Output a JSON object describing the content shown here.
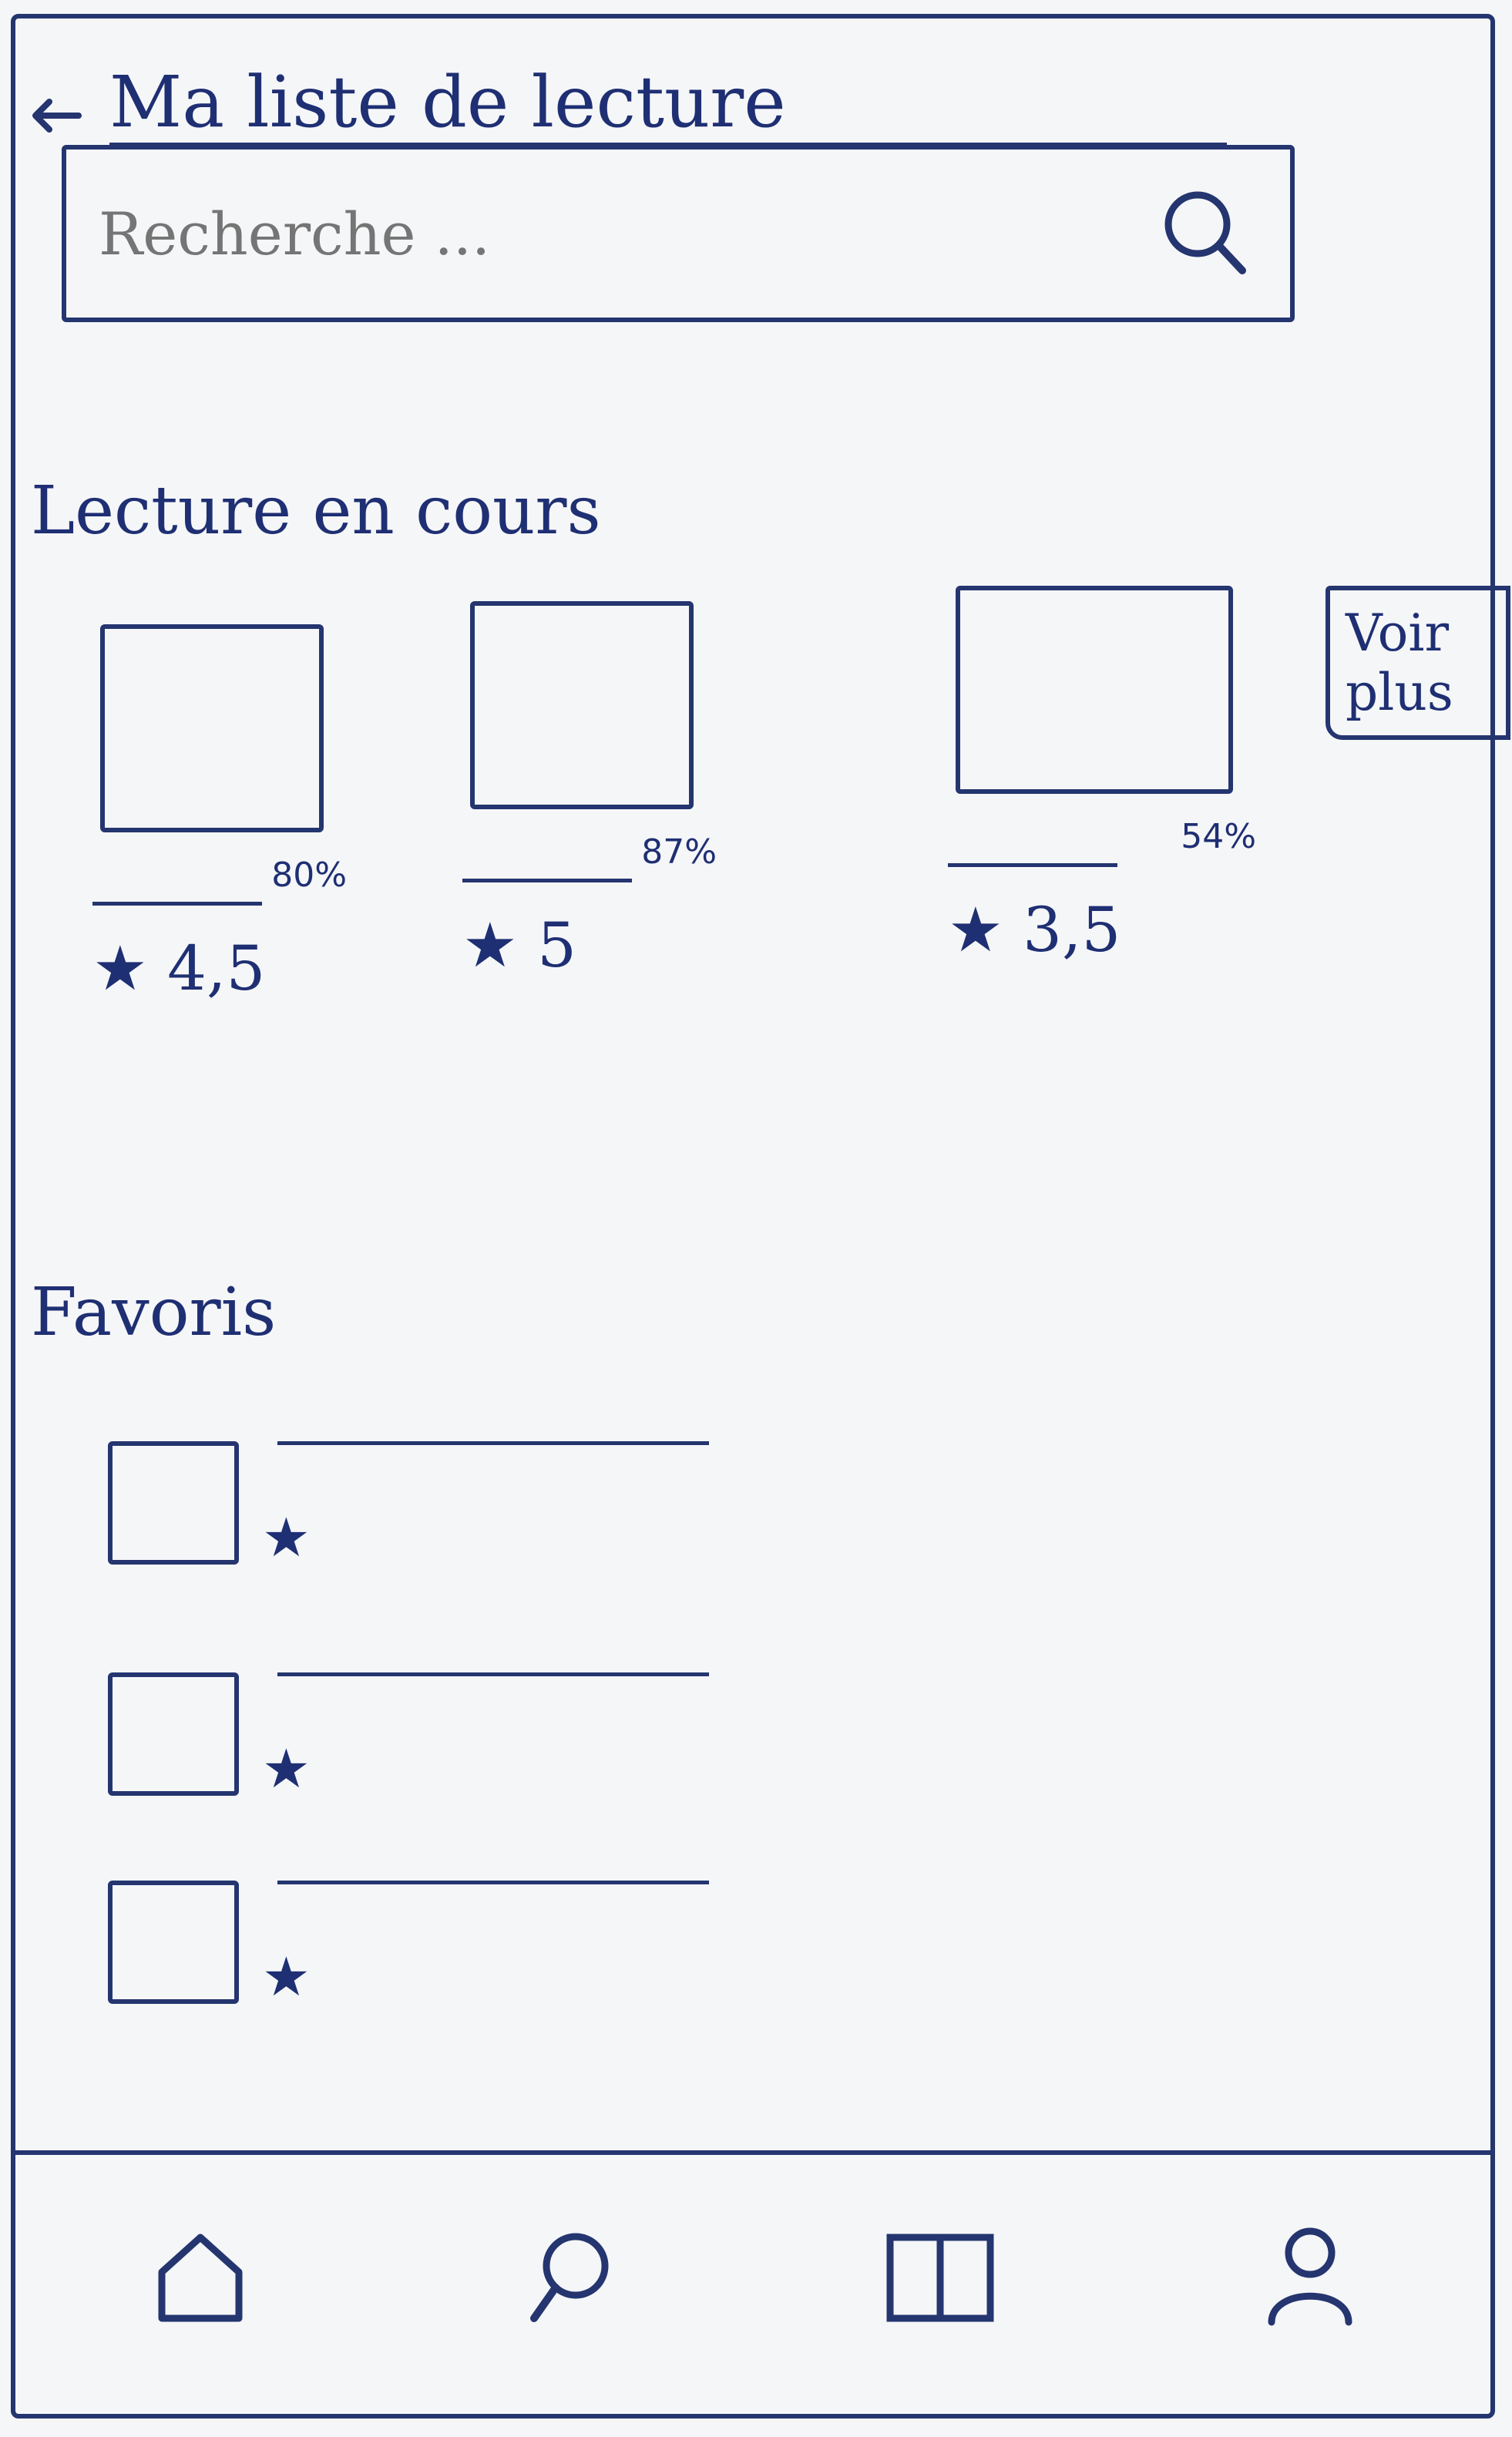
{
  "header": {
    "title": "Ma liste de lecture",
    "back_icon": "arrow-left-icon"
  },
  "search": {
    "placeholder": "Recherche ...",
    "icon": "search-icon"
  },
  "sections": {
    "current": "Lecture en cours",
    "favorites": "Favoris"
  },
  "current_reading": [
    {
      "progress": "80%",
      "rating": "★ 4,5"
    },
    {
      "progress": "87%",
      "rating": "★ 5"
    },
    {
      "progress": "54%",
      "rating": "★ 3,5"
    }
  ],
  "voir_plus": {
    "line1": "Voir",
    "line2": "plus"
  },
  "favorites": [
    {
      "star": "★"
    },
    {
      "star": "★"
    },
    {
      "star": "★"
    }
  ],
  "bottom_nav": [
    {
      "icon": "home-icon"
    },
    {
      "icon": "search-icon"
    },
    {
      "icon": "book-icon"
    },
    {
      "icon": "profile-icon"
    }
  ]
}
